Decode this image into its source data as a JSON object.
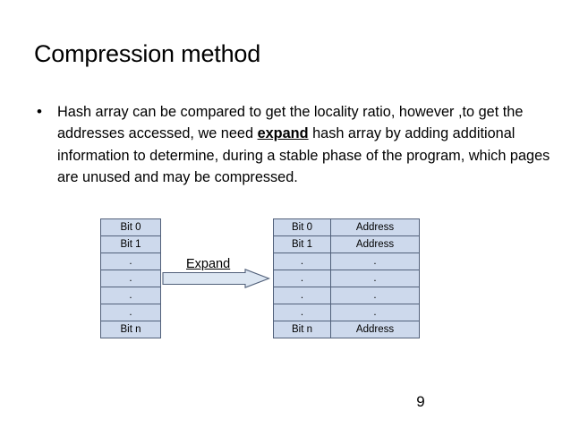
{
  "slide": {
    "title": "Compression method",
    "page_number": "9",
    "background_color": "#ffffff"
  },
  "body": {
    "bullet_marker": "•",
    "paragraph_parts": [
      {
        "text": "Hash array can be compared to get the locality ratio, however ,to get the addresses accessed, we need ",
        "style": "normal"
      },
      {
        "text": "expand",
        "style": "bold-underline"
      },
      {
        "text": " hash array by adding additional information to determine, during a stable phase of the program, which pages are unused and may be compressed.",
        "style": "normal"
      }
    ]
  },
  "diagram": {
    "arrow_label": "Expand",
    "arrow_icon": "right-block-arrow-icon",
    "colors": {
      "cell_fill": "#cdd9ec",
      "cell_border": "#51607a",
      "arrow_fill": "#dce6f2",
      "arrow_border": "#51607a"
    },
    "table_left": {
      "columns": 1,
      "rows": [
        [
          "Bit 0"
        ],
        [
          "Bit 1"
        ],
        [
          "."
        ],
        [
          "."
        ],
        [
          "."
        ],
        [
          "."
        ],
        [
          "Bit n"
        ]
      ]
    },
    "table_right": {
      "columns": 2,
      "rows": [
        [
          "Bit 0",
          "Address"
        ],
        [
          "Bit 1",
          "Address"
        ],
        [
          ".",
          "."
        ],
        [
          ".",
          "."
        ],
        [
          ".",
          "."
        ],
        [
          ".",
          "."
        ],
        [
          "Bit n",
          "Address"
        ]
      ]
    }
  }
}
